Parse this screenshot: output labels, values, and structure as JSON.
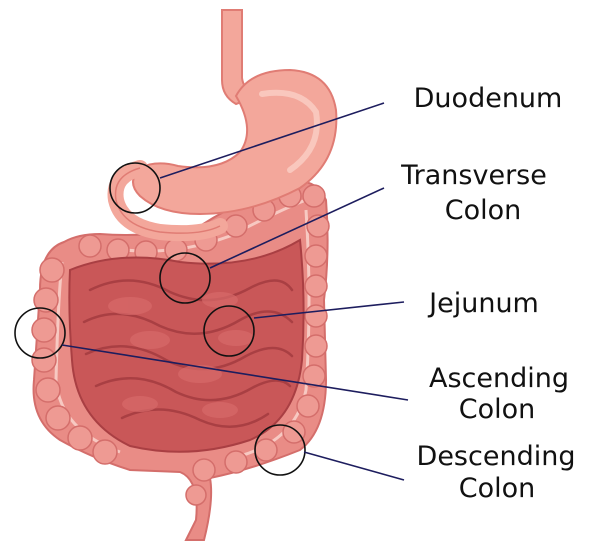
{
  "labels": {
    "duodenum": "Duodenum",
    "transverse_colon": [
      "Transverse",
      "Colon"
    ],
    "jejunum": "Jejunum",
    "ascending_colon": [
      "Ascending",
      "Colon"
    ],
    "descending_colon": [
      "Descending",
      "Colon"
    ]
  },
  "colors": {
    "stomach": "#f3a79b",
    "stomach_light": "#f9c7bd",
    "colon": "#e98c86",
    "colon_light": "#f3b2aa",
    "small_intestine": "#c95758",
    "small_intestine_dark": "#a93f43",
    "leader_line": "#1d1d5e",
    "callout_circle": "#111111"
  }
}
